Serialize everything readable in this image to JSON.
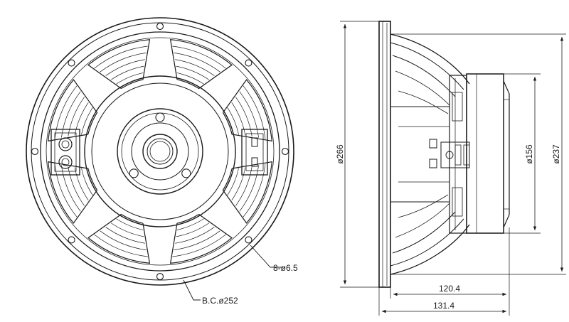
{
  "front_view": {
    "mount_hole_label": "8-ø6.5",
    "bolt_circle_label": "B.C.ø252"
  },
  "side_view": {
    "outer_diameter_label": "ø266",
    "magnet_diameter_label": "ø156",
    "cutout_diameter_label": "ø237",
    "depth_magnet_label": "120.4",
    "depth_total_label": "131.4"
  },
  "colors": {
    "line": "#1a1a1a",
    "background": "#ffffff"
  }
}
